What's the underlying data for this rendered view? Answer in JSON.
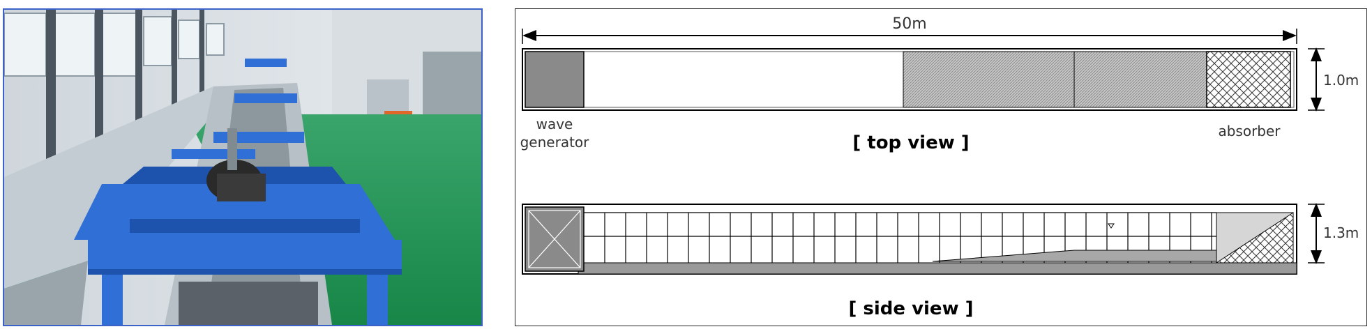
{
  "photo": {
    "alt": "wave flume facility"
  },
  "diagram": {
    "length_label": "50m",
    "top_width_label": "1.0m",
    "side_height_label": "1.3m",
    "wave_generator_line1": "wave",
    "wave_generator_line2": "generator",
    "absorber_label": "absorber",
    "top_view_title": "[ top view ]",
    "side_view_title": "[ side view ]"
  },
  "colors": {
    "frame_blue": "#2f6fd6",
    "floor_green": "#1f9a55",
    "generator_gray": "#8a8a8a",
    "slope_gray": "#a8a8a8"
  }
}
